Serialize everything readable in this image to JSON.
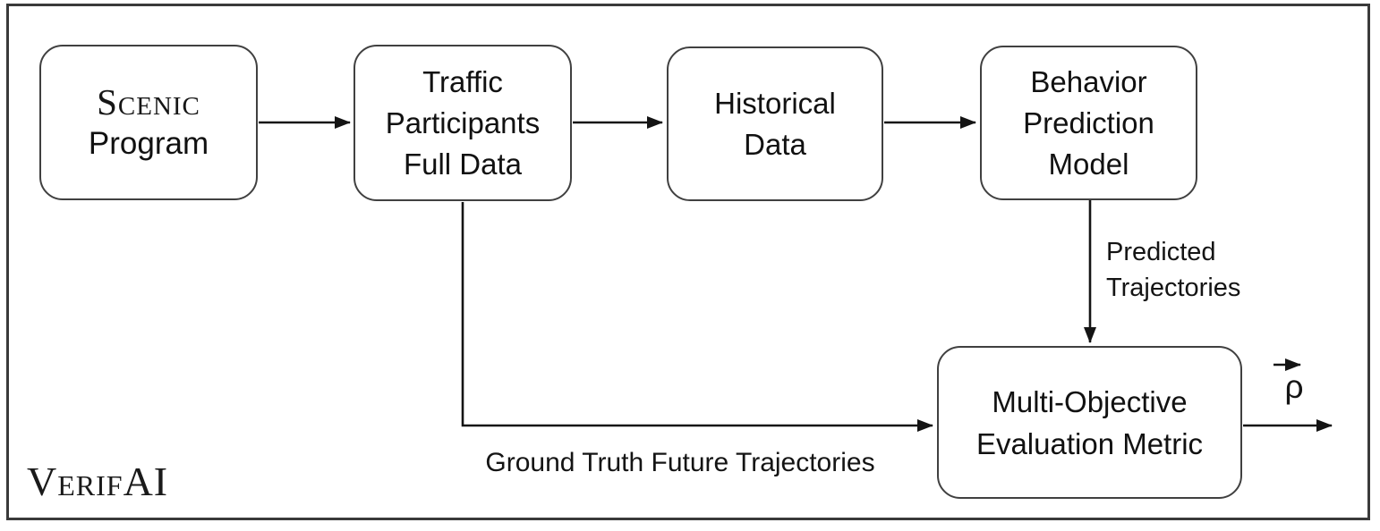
{
  "figure": {
    "watermark": "VerifAI",
    "nodes": {
      "scenic_program": {
        "line1": "Scenic",
        "line2": "Program"
      },
      "traffic_participants": {
        "label": "Traffic Participants Full Data"
      },
      "historical_data": {
        "label": "Historical Data"
      },
      "behavior_prediction": {
        "label": "Behavior Prediction Model"
      },
      "evaluation_metric": {
        "label": "Multi-Objective Evaluation Metric"
      }
    },
    "edge_labels": {
      "predicted_trajectories": "Predicted Trajectories",
      "ground_truth": "Ground Truth Future Trajectories",
      "output_symbol": "ρ"
    },
    "colors": {
      "background": "#ffffff",
      "frame_border": "#3a3a3a",
      "node_border": "#404040",
      "connector": "#141414",
      "text": "#111111"
    }
  }
}
